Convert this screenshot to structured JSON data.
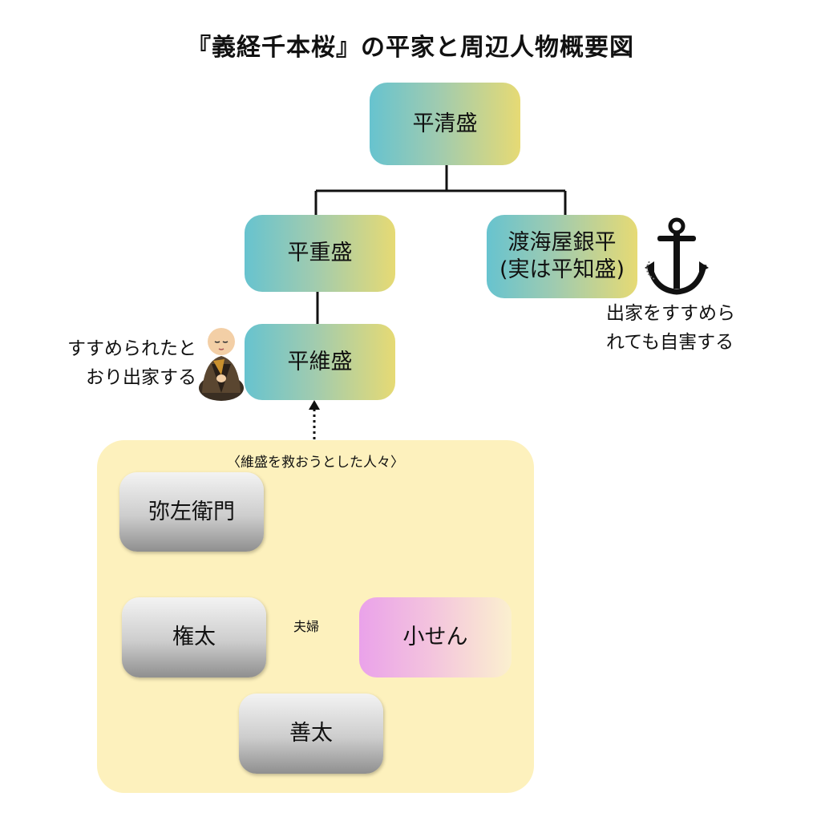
{
  "title": "『義経千本桜』の平家と周辺人物概要図",
  "nodes": {
    "kiyomori": "平清盛",
    "shigemori": "平重盛",
    "tomomori_line1": "渡海屋銀平",
    "tomomori_line2": "(実は平知盛)",
    "koremori": "平維盛",
    "yazaemon": "弥左衛門",
    "gonta": "権太",
    "kosen": "小せん",
    "zenta": "善太"
  },
  "notes": {
    "koremori_line1": "すすめられたと",
    "koremori_line2": "おり出家する",
    "tomomori_line1": "出家をすすめら",
    "tomomori_line2": "れても自害する"
  },
  "panel_title": "〈維盛を救おうとした人々〉",
  "marriage_label": "夫婦",
  "icons": {
    "monk": "monk-icon",
    "anchor": "anchor-icon"
  },
  "colors": {
    "teal_start": "#67c3cf",
    "teal_end": "#e6da74",
    "panel": "#fdf1bd",
    "marriage_line": "#e070c0"
  }
}
